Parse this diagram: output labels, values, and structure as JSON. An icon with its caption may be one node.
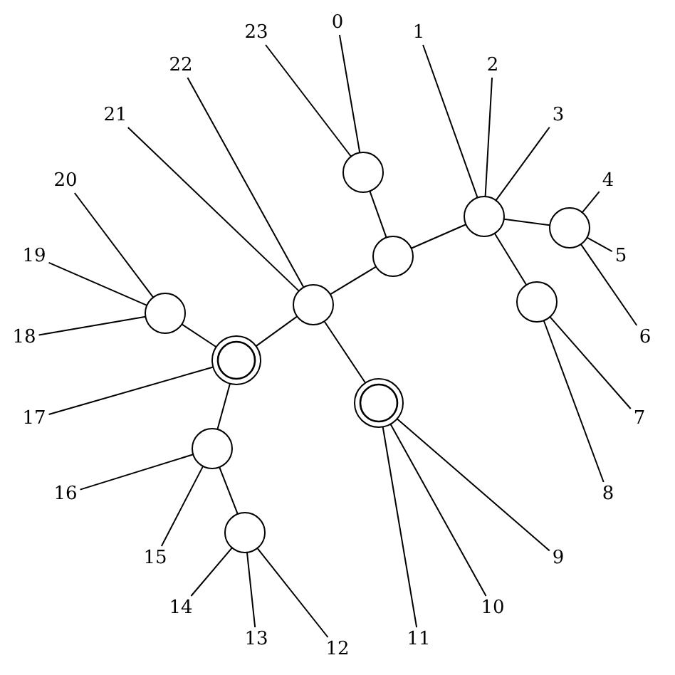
{
  "diagram": {
    "nodes": [
      {
        "text": [],
        "shape": "circle"
      },
      {
        "text": [],
        "shape": "circle"
      },
      {
        "text": [],
        "shape": "circle"
      },
      {
        "text": [],
        "shape": "circle"
      },
      {
        "text": [],
        "shape": "circle"
      },
      {
        "text": [],
        "shape": "circle"
      },
      {
        "text": [],
        "shape": "circle"
      },
      {
        "text": [],
        "shape": "circle"
      },
      {
        "text": [],
        "shape": "circle"
      },
      {
        "text": [],
        "shape": "circle"
      },
      {
        "text": [],
        "shape": "circle"
      },
      {
        "text": [
          "0"
        ]
      },
      {
        "text": [
          "1"
        ]
      },
      {
        "text": [
          "2"
        ]
      },
      {
        "text": [
          "3"
        ]
      },
      {
        "text": [
          "4"
        ]
      },
      {
        "text": [
          "5"
        ]
      },
      {
        "text": [
          "6"
        ]
      },
      {
        "text": [
          "7"
        ]
      },
      {
        "text": [
          "8"
        ]
      },
      {
        "text": [
          "9"
        ]
      },
      {
        "text": [
          "10"
        ]
      },
      {
        "text": [
          "11"
        ]
      },
      {
        "text": [
          "12"
        ]
      },
      {
        "text": [
          "13"
        ]
      },
      {
        "text": [
          "14"
        ]
      },
      {
        "text": [
          "15"
        ]
      },
      {
        "text": [
          "16"
        ]
      },
      {
        "text": [
          "17"
        ]
      },
      {
        "text": [
          "18"
        ]
      },
      {
        "text": [
          "19"
        ]
      },
      {
        "text": [
          "20"
        ]
      },
      {
        "text": [
          "21"
        ]
      },
      {
        "text": [
          "22"
        ]
      },
      {
        "text": [
          "23"
        ]
      }
    ],
    "edges": [
      {
        "from": 0,
        "to": 1,
        "arrow": "none"
      },
      {
        "from": 1,
        "to": 2,
        "arrow": "none"
      },
      {
        "from": 2,
        "to": 3,
        "arrow": "none"
      },
      {
        "from": 2,
        "to": 4,
        "arrow": "none"
      },
      {
        "from": 1,
        "to": 5,
        "arrow": "none"
      },
      {
        "from": 5,
        "to": 7,
        "arrow": "none"
      },
      {
        "from": 7,
        "to": 6,
        "arrow": "none"
      },
      {
        "from": 5,
        "to": 8,
        "arrow": "none"
      },
      {
        "from": 7,
        "to": 9,
        "arrow": "none"
      },
      {
        "from": 9,
        "to": 10,
        "arrow": "none"
      },
      {
        "from": 0,
        "to": 11,
        "arrow": "none"
      },
      {
        "from": 2,
        "to": 12,
        "arrow": "none"
      },
      {
        "from": 2,
        "to": 13,
        "arrow": "none"
      },
      {
        "from": 2,
        "to": 14,
        "arrow": "none"
      },
      {
        "from": 3,
        "to": 15,
        "arrow": "none"
      },
      {
        "from": 3,
        "to": 16,
        "arrow": "none"
      },
      {
        "from": 3,
        "to": 17,
        "arrow": "none"
      },
      {
        "from": 4,
        "to": 18,
        "arrow": "none"
      },
      {
        "from": 4,
        "to": 19,
        "arrow": "none"
      },
      {
        "from": 8,
        "to": 20,
        "arrow": "none"
      },
      {
        "from": 8,
        "to": 21,
        "arrow": "none"
      },
      {
        "from": 8,
        "to": 22,
        "arrow": "none"
      },
      {
        "from": 10,
        "to": 23,
        "arrow": "none"
      },
      {
        "from": 10,
        "to": 24,
        "arrow": "none"
      },
      {
        "from": 10,
        "to": 25,
        "arrow": "none"
      },
      {
        "from": 9,
        "to": 26,
        "arrow": "none"
      },
      {
        "from": 9,
        "to": 27,
        "arrow": "none"
      },
      {
        "from": 7,
        "to": 28,
        "arrow": "none"
      },
      {
        "from": 6,
        "to": 29,
        "arrow": "none"
      },
      {
        "from": 6,
        "to": 30,
        "arrow": "none"
      },
      {
        "from": 6,
        "to": 31,
        "arrow": "none"
      },
      {
        "from": 5,
        "to": 32,
        "arrow": "none"
      },
      {
        "from": 5,
        "to": 33,
        "arrow": "none"
      },
      {
        "from": 0,
        "to": 34,
        "arrow": "none"
      }
    ]
  }
}
